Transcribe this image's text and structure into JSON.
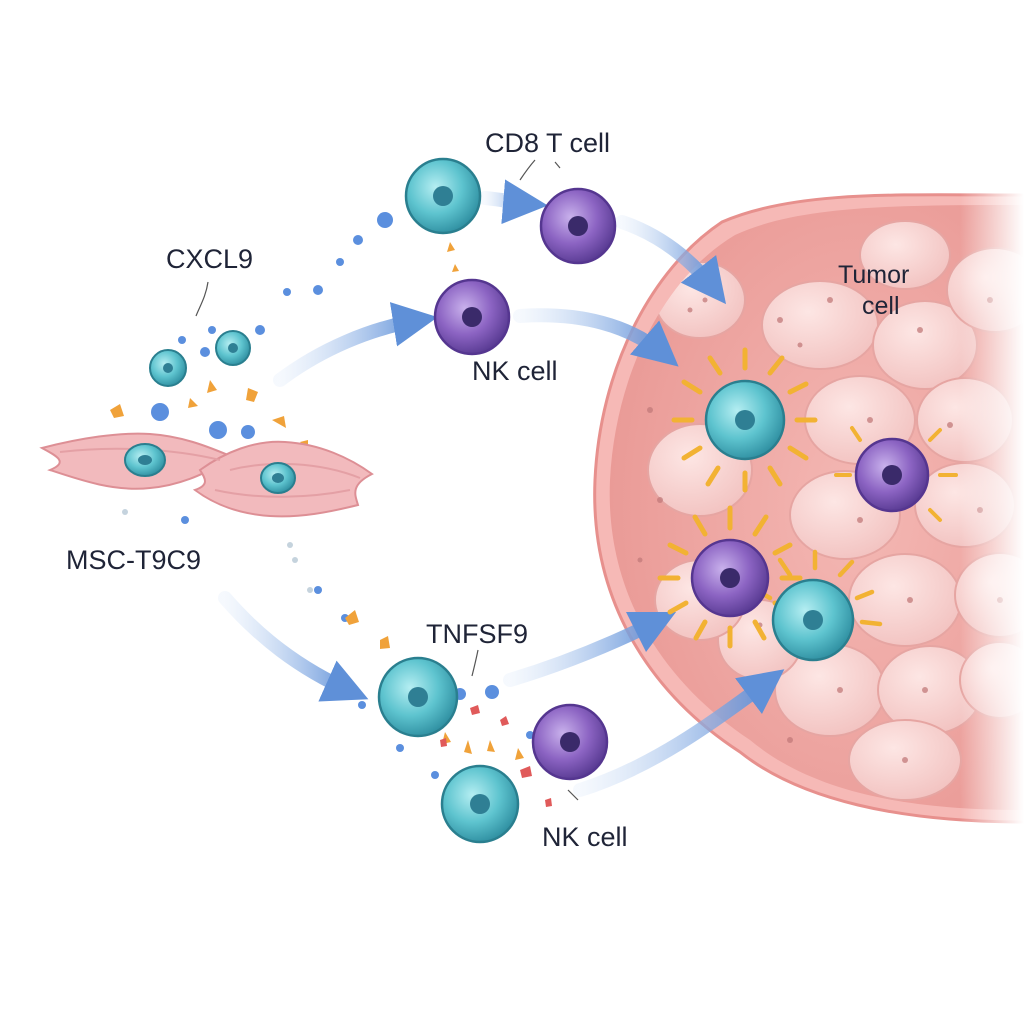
{
  "labels": {
    "cxcl9": "CXCL9",
    "msc": "MSC-T9C9",
    "cd8": "CD8 T cell",
    "nk_top": "NK cell",
    "tumor_line1": "Tumor",
    "tumor_line2": "cell",
    "tnfsf9": "TNFSF9",
    "nk_bottom": "NK cell"
  },
  "colors": {
    "t_cell": "#5cc3cf",
    "nk_cell": "#8a63c0",
    "arrow": "#6f9fdd",
    "tumor_rim": "#ef9a9a",
    "tumor_cell": "#f6cccc",
    "msc_cell": "#f0b5b8",
    "chemokine_blue": "#5b8fde",
    "chemokine_orange": "#f0a23a"
  }
}
